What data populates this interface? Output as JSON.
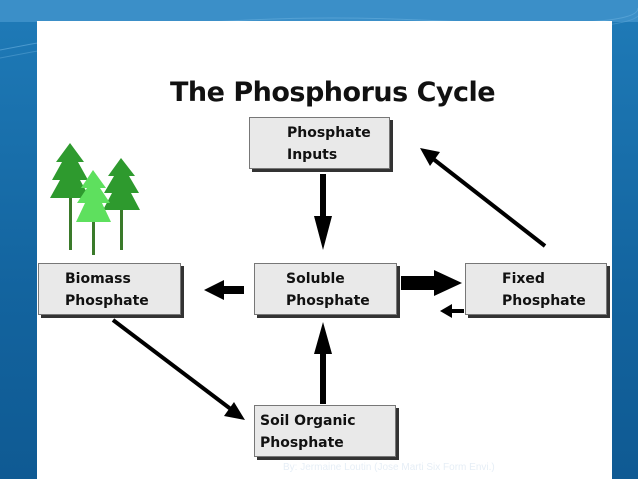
{
  "diagram": {
    "title": "The Phosphorus Cycle",
    "nodes": {
      "inputs": {
        "line1": "Phosphate",
        "line2": "Inputs"
      },
      "biomass": {
        "line1": "Biomass",
        "line2": "Phosphate"
      },
      "soluble": {
        "line1": "Soluble",
        "line2": "Phosphate"
      },
      "fixed": {
        "line1": "Fixed",
        "line2": "Phosphate"
      },
      "soil": {
        "line1": "Soil Organic",
        "line2": "Phosphate"
      }
    },
    "edges": [
      {
        "from": "Phosphate Inputs",
        "to": "Soluble Phosphate"
      },
      {
        "from": "Soluble Phosphate",
        "to": "Biomass Phosphate"
      },
      {
        "from": "Soluble Phosphate",
        "to": "Fixed Phosphate"
      },
      {
        "from": "Fixed Phosphate",
        "to": "Soluble Phosphate"
      },
      {
        "from": "Fixed Phosphate",
        "to": "Phosphate Inputs"
      },
      {
        "from": "Biomass Phosphate",
        "to": "Soil Organic Phosphate"
      },
      {
        "from": "Soil Organic Phosphate",
        "to": "Soluble Phosphate"
      }
    ]
  },
  "credit": "By: Jermaine Loutin (Jose Marti Six Form Envi.)",
  "colors": {
    "slide_blue": "#1f7bb8",
    "box_fill": "#e9e9e9",
    "tree_dark": "#2e9a2e",
    "tree_light": "#5ee05e"
  },
  "icons": [
    "tree-icon"
  ]
}
